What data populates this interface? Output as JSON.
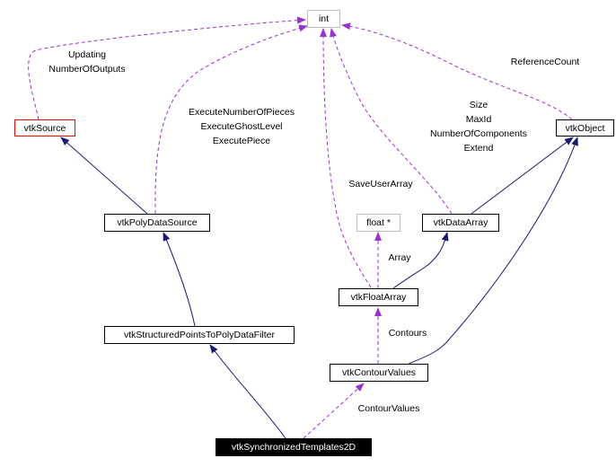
{
  "colors": {
    "inheritance": "#191970",
    "usage": "#9a32cd",
    "highlight_border": "#ff0000"
  },
  "nodes": {
    "int": "int",
    "vtkSource": "vtkSource",
    "vtkPolyDataSource": "vtkPolyDataSource",
    "vtkStructuredPointsToPolyDataFilter": "vtkStructuredPointsToPolyDataFilter",
    "vtkSynchronizedTemplates2D": "vtkSynchronizedTemplates2D",
    "vtkObject": "vtkObject",
    "vtkDataArray": "vtkDataArray",
    "float_ptr": "float *",
    "vtkFloatArray": "vtkFloatArray",
    "vtkContourValues": "vtkContourValues"
  },
  "edge_labels": {
    "source_int": [
      "Updating",
      "NumberOfOutputs"
    ],
    "polydatasource_int": [
      "ExecuteNumberOfPieces",
      "ExecuteGhostLevel",
      "ExecutePiece"
    ],
    "object_int": [
      "ReferenceCount"
    ],
    "dataarray_int": [
      "Size",
      "MaxId",
      "NumberOfComponents",
      "Extend"
    ],
    "floatarray_int": [
      "SaveUserArray"
    ],
    "floatarray_float": [
      "Array"
    ],
    "contourvalues_floatarray": [
      "Contours"
    ],
    "sync_contourvalues": [
      "ContourValues"
    ]
  }
}
